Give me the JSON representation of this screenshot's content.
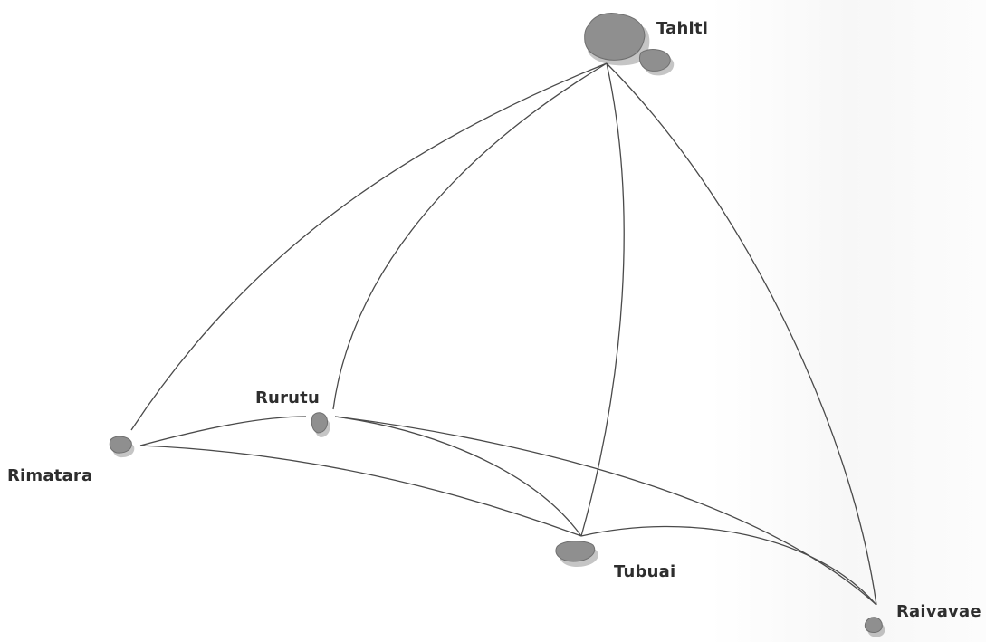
{
  "islands": {
    "tahiti": {
      "name": "Tahiti"
    },
    "rurutu": {
      "name": "Rurutu"
    },
    "rimatara": {
      "name": "Rimatara"
    },
    "tubuai": {
      "name": "Tubuai"
    },
    "raivavae": {
      "name": "Raivavae"
    }
  },
  "colors": {
    "island_fill": "#8f8f8f",
    "route_line": "#4a4a4a",
    "label_text": "#2e2e2e"
  }
}
